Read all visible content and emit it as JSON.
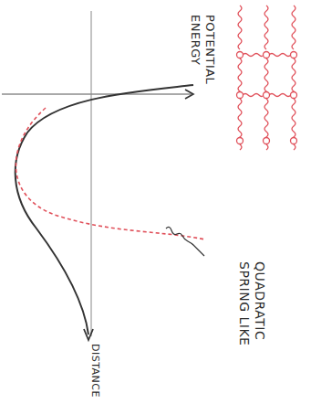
{
  "diagram": {
    "labels": [
      "POTENTIAL ENERGY",
      "QUADRATIC SPRING LIKE",
      "DISTANCE"
    ]
  }
}
